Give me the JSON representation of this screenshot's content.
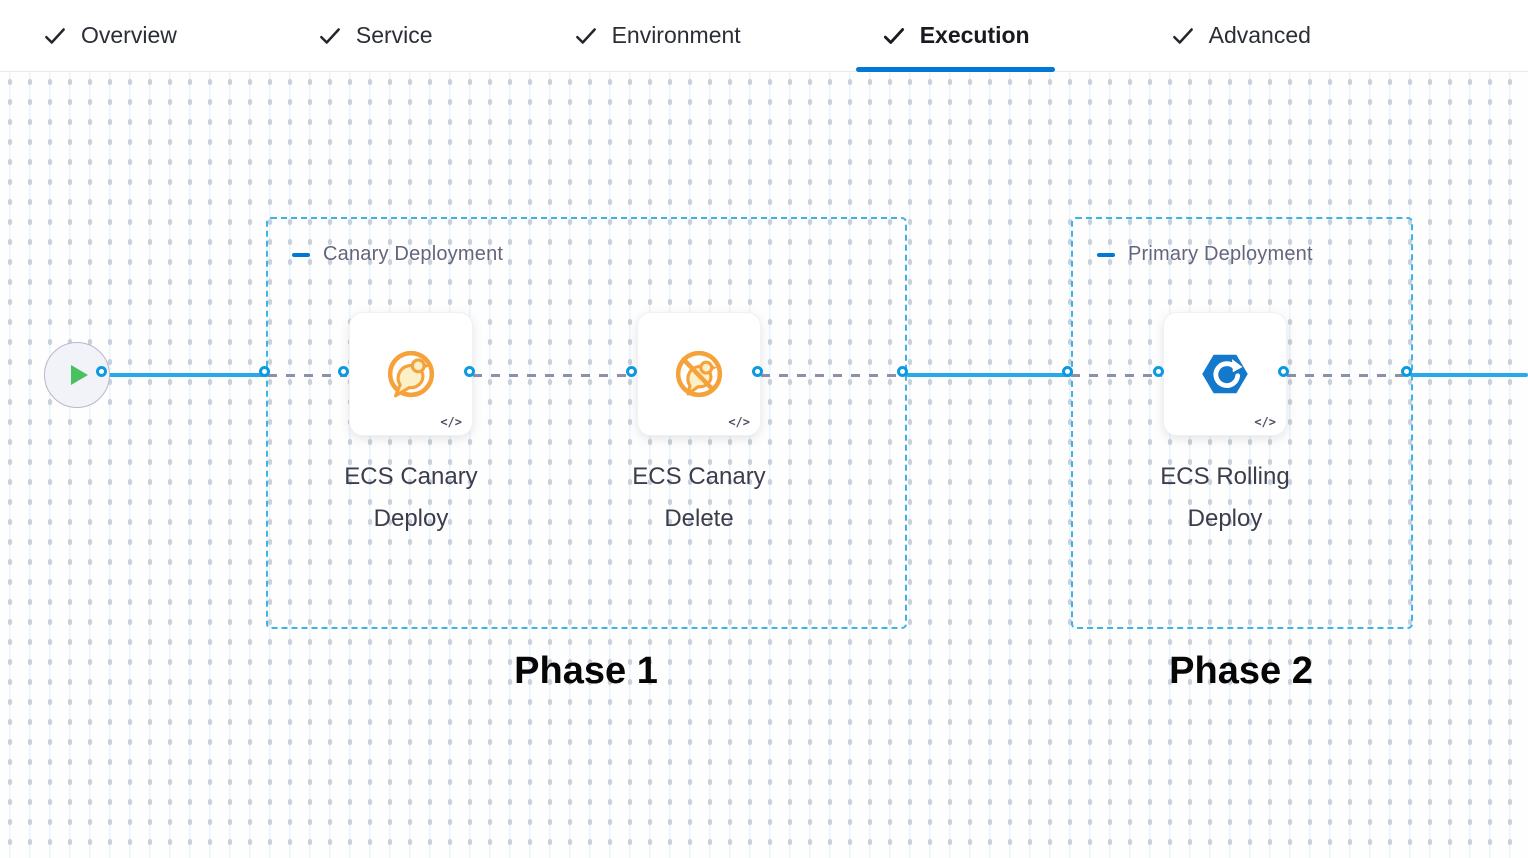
{
  "tab_bar": {
    "tabs": [
      {
        "label": "Overview",
        "checked": true,
        "active": false
      },
      {
        "label": "Service",
        "checked": true,
        "active": false
      },
      {
        "label": "Environment",
        "checked": true,
        "active": false
      },
      {
        "label": "Execution",
        "checked": true,
        "active": true
      },
      {
        "label": "Advanced",
        "checked": true,
        "active": false
      }
    ]
  },
  "canvas": {
    "start_node": {
      "icon": "play-icon"
    },
    "groups": [
      {
        "label": "Canary Deployment",
        "phase_label": "Phase 1",
        "steps": [
          {
            "name": "ECS Canary Deploy",
            "icon": "canary-deploy-icon",
            "code_badge": "</>"
          },
          {
            "name": "ECS Canary Delete",
            "icon": "canary-delete-icon",
            "code_badge": "</>"
          }
        ]
      },
      {
        "label": "Primary Deployment",
        "phase_label": "Phase 2",
        "steps": [
          {
            "name": "ECS Rolling Deploy",
            "icon": "ecs-rolling-deploy-icon",
            "code_badge": "</>"
          }
        ]
      }
    ]
  },
  "colors": {
    "active_tab_underline": "#0278d5",
    "tab_text": "#2b2e36",
    "flow_line": "#27abe8",
    "connector_border": "#0b9ae2",
    "group_border": "#3cb4e8",
    "collapse_icon": "#0278d5",
    "group_label_text": "#63657c",
    "step_name_text": "#3b3d4d",
    "canary_icon_orange": "#f6a23b",
    "ecs_icon_blue": "#1478cb",
    "play_icon_green": "#4ac160",
    "grid_dot": "#c7d0db",
    "grid_line": "#e9f4fb"
  }
}
